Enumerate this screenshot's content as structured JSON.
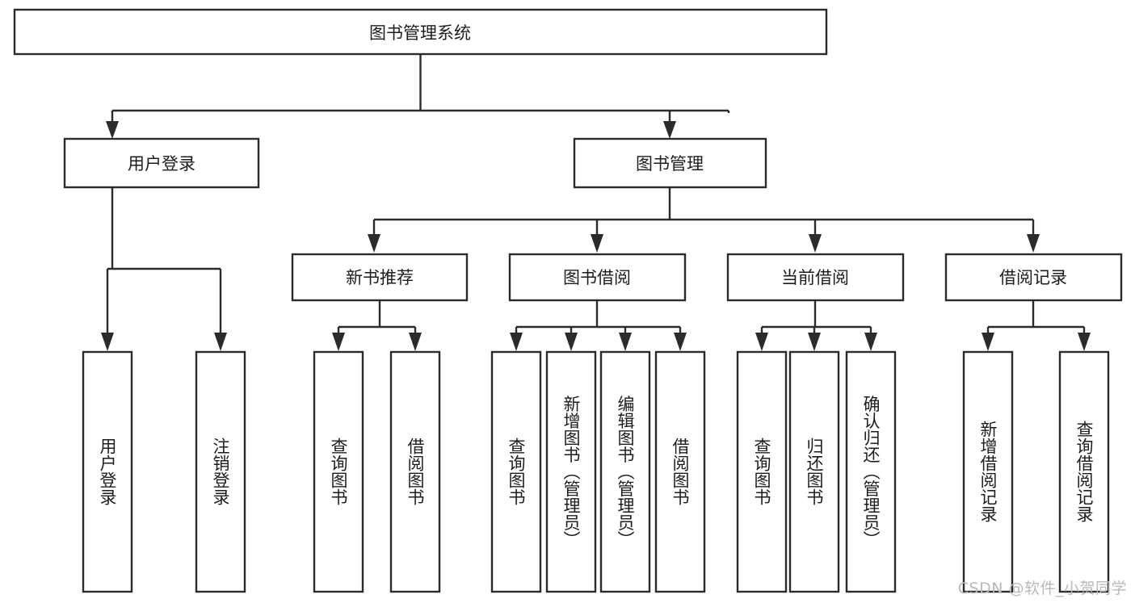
{
  "diagram": {
    "type": "tree-hierarchy",
    "title": "图书管理系统",
    "watermark": "CSDN @软件_小贺同学",
    "colors": {
      "stroke": "#2b2b2b",
      "box_fill": "#ffffff",
      "text": "#1d1d1d",
      "background": "#ffffff",
      "watermark": "#b9b9b9"
    },
    "levels": {
      "root": {
        "label": "图书管理系统"
      },
      "level2": [
        {
          "label": "用户登录"
        },
        {
          "label": "图书管理"
        }
      ],
      "level3": [
        {
          "label": "新书推荐"
        },
        {
          "label": "图书借阅"
        },
        {
          "label": "当前借阅"
        },
        {
          "label": "借阅记录"
        }
      ],
      "leaves": {
        "user_login": [
          {
            "label": "用户登录"
          },
          {
            "label": "注销登录"
          }
        ],
        "new_book_recommend": [
          {
            "label": "查询图书"
          },
          {
            "label": "借阅图书"
          }
        ],
        "book_borrow": [
          {
            "label": "查询图书"
          },
          {
            "label": "新增图书（管理员）"
          },
          {
            "label": "编辑图书（管理员）"
          },
          {
            "label": "借阅图书"
          }
        ],
        "current_borrow": [
          {
            "label": "查询图书"
          },
          {
            "label": "归还图书"
          },
          {
            "label": "确认归还（管理员）"
          }
        ],
        "borrow_record": [
          {
            "label": "新增借阅记录"
          },
          {
            "label": "查询借阅记录"
          }
        ]
      }
    }
  }
}
